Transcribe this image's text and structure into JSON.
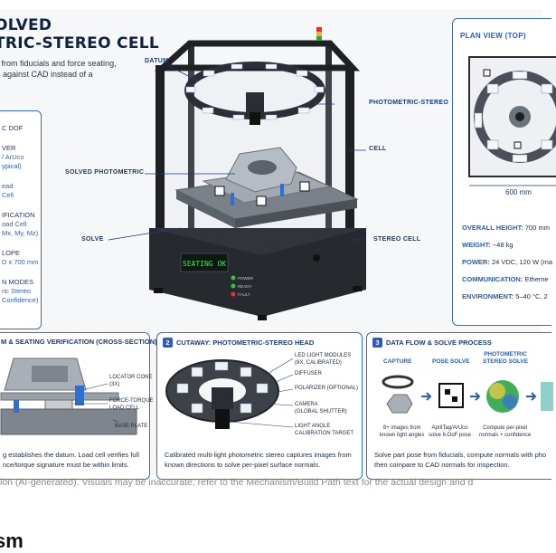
{
  "title": {
    "line1": "OLVED",
    "line2": "TRIC-STEREO CELL",
    "sub1": "e from fiducials and force seating,",
    "sub2": "ls against CAD instead of a"
  },
  "left_panel": {
    "items": [
      {
        "a": "C DOF",
        "b": ""
      },
      {
        "a": "VER",
        "b": "/ ArUco",
        "c": "ypical)"
      },
      {
        "a": "ead",
        "b": "Cell",
        "c": ""
      },
      {
        "a": "IFICATION",
        "b": "oad Cell",
        "c": "Mx, My, Mz)"
      },
      {
        "a": "LOPE",
        "b": "D x 700 mm",
        "c": ""
      },
      {
        "a": "N MODES",
        "b": "ric Stereo",
        "c": "Confidence)"
      }
    ]
  },
  "hero": {
    "callouts": {
      "datum": "DATUM",
      "photometric_stereo": "PHOTOMETRIC-STEREO",
      "cell": "CELL",
      "solved_photometric": "SOLVED PHOTOMETRIC",
      "solve": "SOLVE",
      "stereo_cell": "STEREO CELL"
    },
    "display_text": "SEATING OK",
    "status_lights": [
      "POWER",
      "READY",
      "FAULT"
    ]
  },
  "plan_view": {
    "title": "PLAN VIEW (TOP)",
    "dimension": "600 mm",
    "specs": [
      {
        "key": "OVERALL HEIGHT:",
        "value": "700 mm"
      },
      {
        "key": "WEIGHT:",
        "value": "~48 kg"
      },
      {
        "key": "POWER:",
        "value": "24 VDC, 120 W (ma"
      },
      {
        "key": "COMMUNICATION:",
        "value": "Etherne"
      },
      {
        "key": "ENVIRONMENT:",
        "value": "5–40 °C, 2"
      }
    ]
  },
  "panel1": {
    "num": "",
    "title": "M & SEATING VERIFICATION (CROSS-SECTION)",
    "labels": {
      "locator": "LOCATOR CONE\n(3X)",
      "load_cell": "FORCE-TORQUE\nLOAD CELL",
      "base_plate": "BASE PLATE"
    },
    "caption": "g establishes the datum. Load cell verifies full\nnce/torque signature must be within limits."
  },
  "panel2": {
    "num": "2",
    "title": "CUTAWAY: PHOTOMETRIC-STEREO HEAD",
    "labels": [
      "LED LIGHT MODULES\n(8X, CALIBRATED)",
      "DIFFUSER",
      "POLARIZER (OPTIONAL)",
      "CAMERA\n(GLOBAL SHUTTER)",
      "LIGHT ANGLE\nCALIBRATION TARGET"
    ],
    "caption": "Calibrated multi-light photometric stereo captures images from\nknown directions to solve per-pixel surface normals."
  },
  "panel3": {
    "num": "3",
    "title": "DATA FLOW & SOLVE PROCESS",
    "steps": [
      {
        "name": "CAPTURE",
        "desc": "8+ images from\nknown light angles"
      },
      {
        "name": "POSE SOLVE",
        "desc": "AprilTag/ArUco\nsolve 6-DoF pose"
      },
      {
        "name": "PHOTOMETRIC\nSTEREO SOLVE",
        "desc": "Compute per-pixel\nnormals + confidence"
      }
    ],
    "caption": "Solve part pose from fiducials, compute normals with pho\nthen compare to CAD normals for inspection."
  },
  "caption": "ion (AI-generated). Visuals may be inaccurate; refer to the Mechanism/Build Path text for the actual design and d",
  "heading": "sm",
  "colors": {
    "accent": "#2a5cb8",
    "frame": "#1e2024",
    "panel_border": "#3a6cc5",
    "led": "#f2f6ff"
  }
}
